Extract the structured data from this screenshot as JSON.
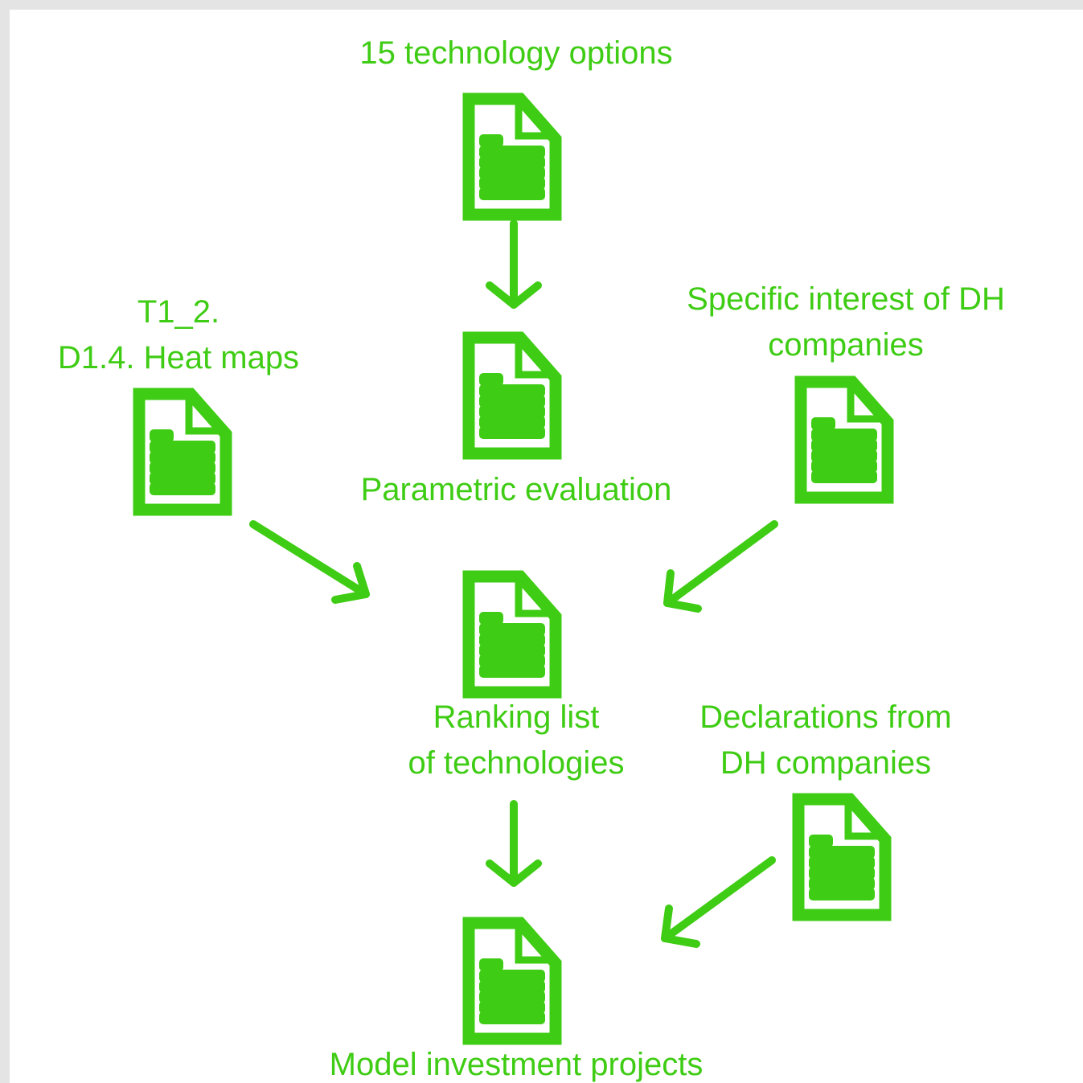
{
  "colors": {
    "accent": "#3fcc14",
    "background": "#ffffff",
    "frame": "#e4e4e4"
  },
  "icons": {
    "document": "document-icon",
    "arrow": "arrow-icon"
  },
  "labels": {
    "technology_options": "15 technology options",
    "heat_maps_line1": "T1_2.",
    "heat_maps_line2": "D1.4. Heat maps",
    "specific_interest_line1": "Specific interest of DH",
    "specific_interest_line2": "companies",
    "parametric_evaluation": "Parametric evaluation",
    "ranking_line1": "Ranking list",
    "ranking_line2": "of technologies",
    "declarations_line1": "Declarations from",
    "declarations_line2": "DH companies",
    "model_projects": "Model investment projects"
  }
}
